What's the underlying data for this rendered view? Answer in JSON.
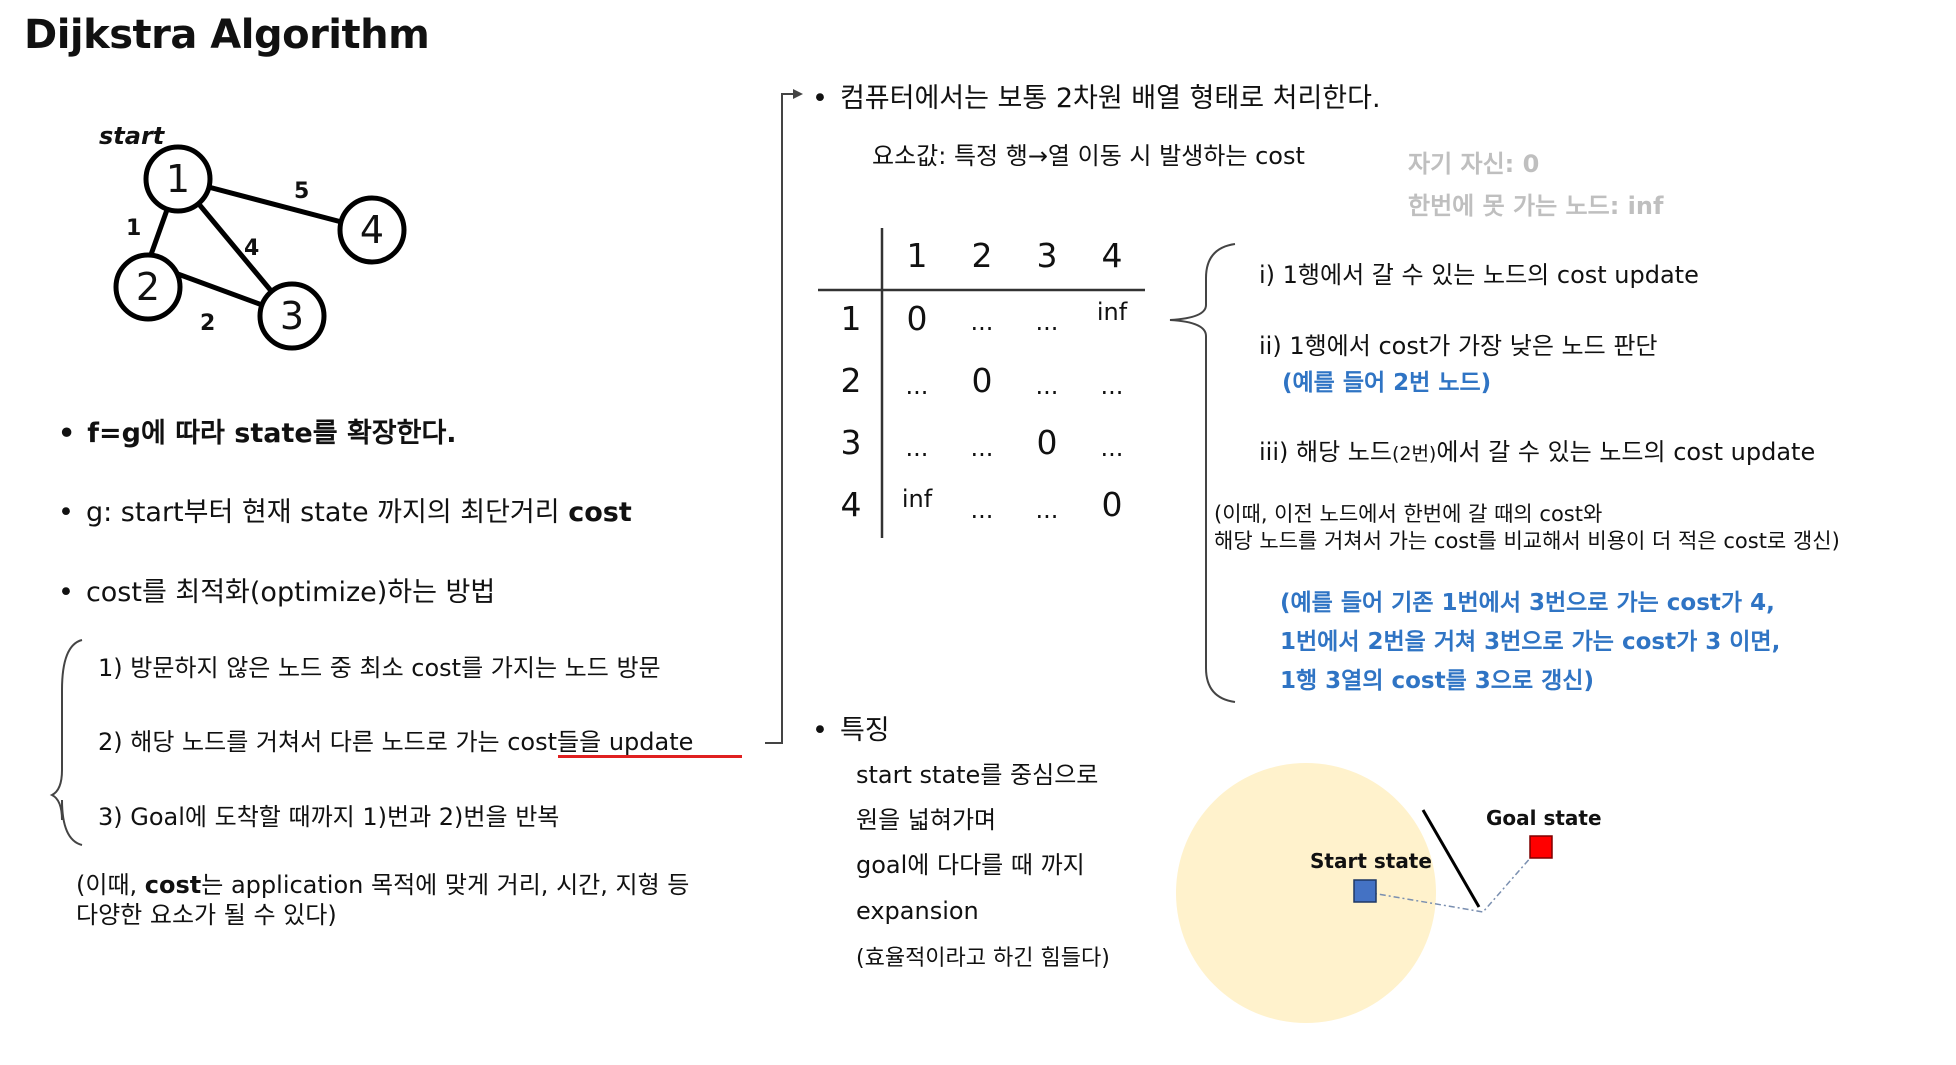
{
  "title": "Dijkstra Algorithm",
  "graph": {
    "start_label": "start",
    "nodes": [
      "1",
      "2",
      "3",
      "4"
    ],
    "edges": [
      {
        "from": "1",
        "to": "2",
        "weight": "1"
      },
      {
        "from": "1",
        "to": "3",
        "weight": "4"
      },
      {
        "from": "1",
        "to": "4",
        "weight": "5"
      },
      {
        "from": "2",
        "to": "3",
        "weight": "2"
      }
    ]
  },
  "left": {
    "bullet1_prefix": "f=g에 따라 state를 확장한다.",
    "bullet2_text": "g: start부터 현재 state 까지의 최단거리 ",
    "bullet2_bold": "cost",
    "bullet3": "cost를 최적화(optimize)하는 방법",
    "steps": [
      "1) 방문하지 않은 노드 중 최소 cost를 가지는 노드 방문",
      "2) 해당 노드를 거쳐서 다른 노드로 가는 cost들을 update",
      "3) Goal에 도착할 때까지 1)번과 2)번을 반복"
    ],
    "note_open": "(이때, ",
    "note_bold": "cost",
    "note_rest": "는 application 목적에 맞게 거리, 시간, 지형 등",
    "note_line2": "다양한 요소가 될 수 있다)"
  },
  "matrix": {
    "heading": "컴퓨터에서는 보통 2차원 배열 형태로 처리한다.",
    "element_desc": "요소값: 특정 행→열 이동 시 발생하는 cost",
    "self": "자기 자신: 0",
    "unreachable": "한번에 못 가는 노드: inf",
    "col_headers": [
      "1",
      "2",
      "3",
      "4"
    ],
    "row_headers": [
      "1",
      "2",
      "3",
      "4"
    ],
    "cells": [
      [
        "0",
        "...",
        "...",
        "inf"
      ],
      [
        "...",
        "0",
        "...",
        "..."
      ],
      [
        "...",
        "...",
        "0",
        "..."
      ],
      [
        "inf",
        "...",
        "...",
        "0"
      ]
    ]
  },
  "update": {
    "step1": "i) 1행에서 갈 수 있는 노드의 cost update",
    "step2": "ii) 1행에서 cost가 가장 낮은 노드 판단",
    "step2_example": "(예를 들어 2번 노드)",
    "step3_a": "iii) 해당 노드",
    "step3_small": "(2번)",
    "step3_b": "에서 갈 수 있는 노드의 cost update",
    "note1": "(이때, 이전 노드에서 한번에 갈 때의 cost와",
    "note2": "해당 노드를 거쳐서 가는 cost를 비교해서 비용이 더 적은 cost로 갱신)",
    "example": [
      "(예를 들어 기존 1번에서 3번으로 가는 cost가 4,",
      "1번에서 2번을 거쳐 3번으로 가는 cost가 3 이면,",
      "1행 3열의 cost를 3으로 갱신)"
    ]
  },
  "features": {
    "heading": "특징",
    "lines": [
      "start state를 중심으로",
      "원을 넓혀가며",
      "goal에 다다를 때 까지",
      "expansion"
    ],
    "remark": "(효율적이라고 하긴 힘들다)",
    "start_state": "Start state",
    "goal_state": "Goal state"
  },
  "colors": {
    "circle_fill": "#fff2cc",
    "start_marker": "#4472c4",
    "goal_marker": "#ff0000",
    "blue_text": "#2f74c4",
    "gray_text": "#bfbfbf",
    "underline": "#e02020"
  }
}
